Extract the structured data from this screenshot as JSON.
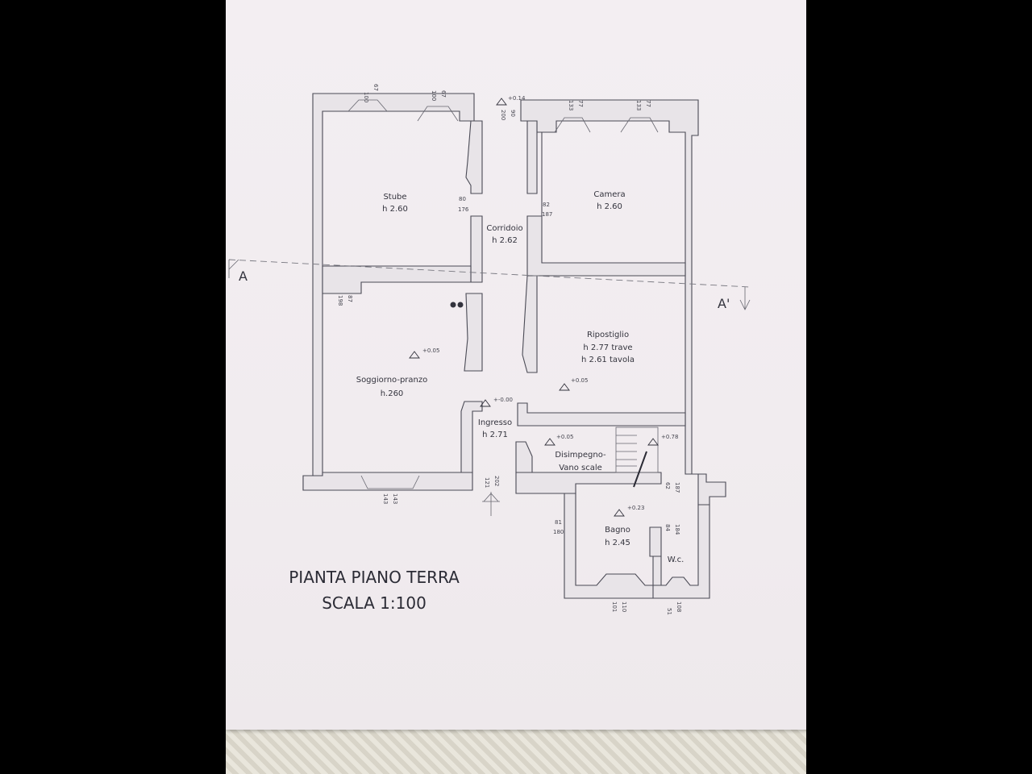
{
  "drawing": {
    "title_line1": "PIANTA PIANO TERRA",
    "title_line2": "SCALA 1:100",
    "section_left": "A",
    "section_right": "A'"
  },
  "rooms": {
    "stube": {
      "name": "Stube",
      "height": "h 2.60"
    },
    "camera": {
      "name": "Camera",
      "height": "h 2.60"
    },
    "corridoio": {
      "name": "Corridoio",
      "height": "h 2.62"
    },
    "soggiorno": {
      "name": "Soggiorno-pranzo",
      "height": "h.260"
    },
    "ripostiglio": {
      "name": "Ripostiglio",
      "height1": "h 2.77 trave",
      "height2": "h 2.61 tavola"
    },
    "ingresso": {
      "name": "Ingresso",
      "height": "h 2.71"
    },
    "disimpegno": {
      "name": "Disimpegno-",
      "name2": "Vano scale"
    },
    "bagno": {
      "name": "Bagno",
      "height": "h 2.45"
    },
    "wc": {
      "name": "W.c."
    }
  },
  "levels": {
    "top": "+0.14",
    "soggiorno": "+0.05",
    "ingresso": "+-0.00",
    "ripostiglio": "+0.05",
    "disimpegno": "+0.05",
    "scale": "+0.78",
    "bagno": "+0.23"
  },
  "dimensions": {
    "win_stube_1a": "100",
    "win_stube_1b": "67",
    "win_stube_2a": "100",
    "win_stube_2b": "67",
    "door_top_a": "200",
    "door_top_b": "90",
    "win_cam_1a": "133",
    "win_cam_1b": "77",
    "win_cam_2a": "133",
    "win_cam_2b": "77",
    "door_stube_a": "80",
    "door_stube_b": "176",
    "door_cam_a": "82",
    "door_cam_b": "187",
    "door_sog_a": "198",
    "door_sog_b": "87",
    "win_sog_a": "143",
    "win_sog_b": "143",
    "door_ing_a": "121",
    "door_ing_b": "202",
    "door_wc_a": "62",
    "door_wc_b": "187",
    "door_bagno_a": "81",
    "door_bagno_b": "180",
    "door_wc2_a": "84",
    "door_wc2_b": "184",
    "win_bagno_a": "101",
    "win_bagno_b": "110",
    "win_wc_a": "51",
    "win_wc_b": "108"
  }
}
